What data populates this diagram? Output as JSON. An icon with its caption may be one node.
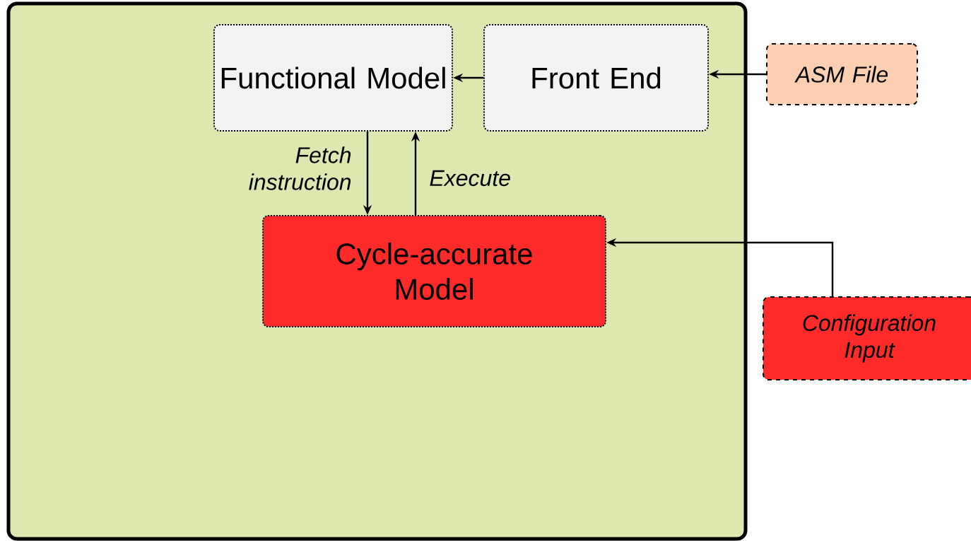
{
  "diagram": {
    "nodes": [
      {
        "text": [],
        "shape": "box"
      },
      {
        "text": [
          "Functional Model"
        ],
        "in": 0
      },
      {
        "text": [
          "Front End"
        ],
        "in": 0
      },
      {
        "text": [
          "ASM File"
        ]
      },
      {
        "text": [
          "Cycle-accurate Model"
        ],
        "in": 0
      },
      {
        "text": [
          "Configuration Input"
        ]
      }
    ],
    "edges": [
      {
        "from": 3,
        "to": 2,
        "arrow": "to"
      },
      {
        "from": 2,
        "to": 1,
        "arrow": "to"
      },
      {
        "from": 1,
        "to": 4,
        "arrow": "to",
        "label": "Fetch instruction"
      },
      {
        "from": 4,
        "to": 1,
        "arrow": "to",
        "label": "Execute"
      },
      {
        "from": 5,
        "to": 4,
        "arrow": "to"
      }
    ]
  }
}
